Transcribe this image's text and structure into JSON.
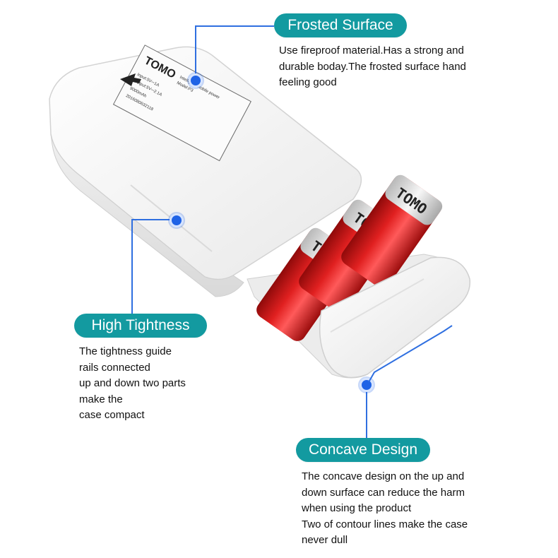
{
  "callouts": {
    "frosted": {
      "title": "Frosted Surface",
      "lines": [
        "Use fireproof material.Has a strong and",
        "durable boday.The frosted surface hand",
        "feeling good"
      ]
    },
    "tightness": {
      "title": "High Tightness",
      "lines": [
        "The tightness guide",
        "rails connected",
        "up and down two parts",
        "make the",
        "case compact"
      ]
    },
    "concave": {
      "title": "Concave Design",
      "lines": [
        "The concave design on the up and",
        "down surface can reduce the harm",
        "when using the product",
        "Two of contour lines make the case",
        "never dull"
      ]
    }
  },
  "product": {
    "brand": "TOMO",
    "battery_brand": "TOMO",
    "label_lines": [
      "Intelligent mobile power",
      "Model:P3",
      "Input:5V⎓1A",
      "Output:5V⎓2.1A",
      "9000mAh",
      "2016080632118"
    ],
    "colors": {
      "accent": "#139aa0",
      "leader": "#2f6fe0",
      "battery_red": "#c81414",
      "case_white": "#f4f4f4"
    }
  }
}
